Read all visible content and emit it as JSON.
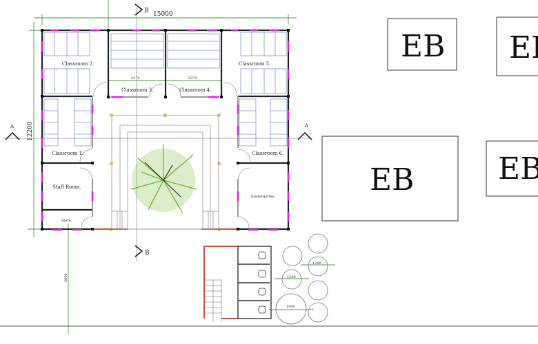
{
  "plan": {
    "width_dim": "15000",
    "height_dim": "12200",
    "section_b": "B",
    "section_a": "A",
    "inner_dim_left": "5375",
    "inner_dim_right": "5375",
    "setback_dim": "5800",
    "rooms": {
      "classroom1": "Classroom 1.",
      "classroom2": "Classroom 2.",
      "classroom3": "Classroom 3.",
      "classroom4": "Classroom 4.",
      "classroom5": "Classroom 5.",
      "classroom6": "Classroom 6.",
      "staff": "Staff Room.",
      "store": "Store.",
      "kindergarten": "Kindergarten."
    },
    "tank_dims": [
      "1200",
      "1200",
      "1900"
    ]
  },
  "blocks": [
    {
      "label": "EB"
    },
    {
      "label": "EB"
    },
    {
      "label": "EB"
    },
    {
      "label": "EB"
    }
  ],
  "colors": {
    "window": "#e020e0",
    "grid": "#4a9a40",
    "furniture": "#7a9ad0",
    "tree": "#6aaa30"
  }
}
